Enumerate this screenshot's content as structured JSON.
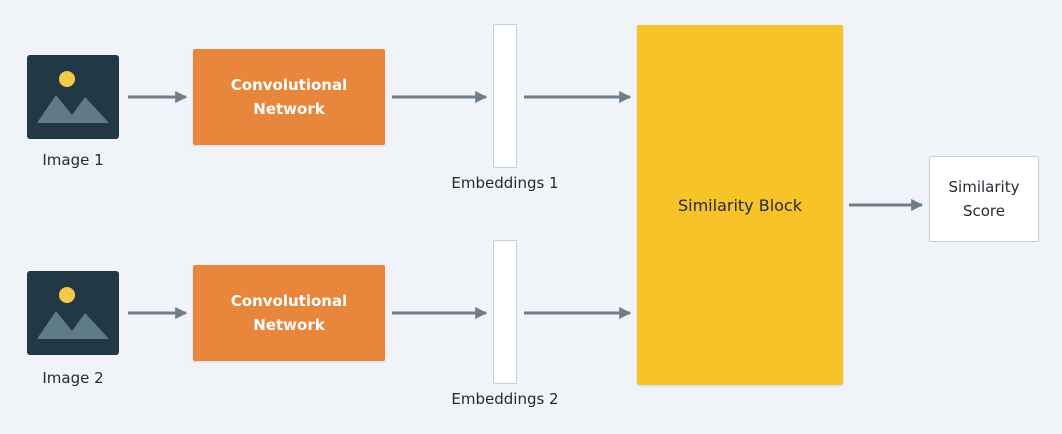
{
  "inputs": [
    {
      "caption": "Image 1",
      "network_label": "Convolutional Network",
      "embedding_label": "Embeddings 1"
    },
    {
      "caption": "Image 2",
      "network_label": "Convolutional Network",
      "embedding_label": "Embeddings 2"
    }
  ],
  "similarity_block": {
    "label": "Similarity Block"
  },
  "output": {
    "label": "Similarity Score"
  },
  "colors": {
    "background": "#f0f3f7",
    "image_tile": "#233845",
    "image_mountain": "#5f7c86",
    "image_sun": "#f3c94a",
    "network": "#e8873b",
    "similarity": "#f7c328",
    "arrow": "#6f7c89"
  },
  "icons": [
    "image-icon",
    "arrow-right-icon"
  ]
}
